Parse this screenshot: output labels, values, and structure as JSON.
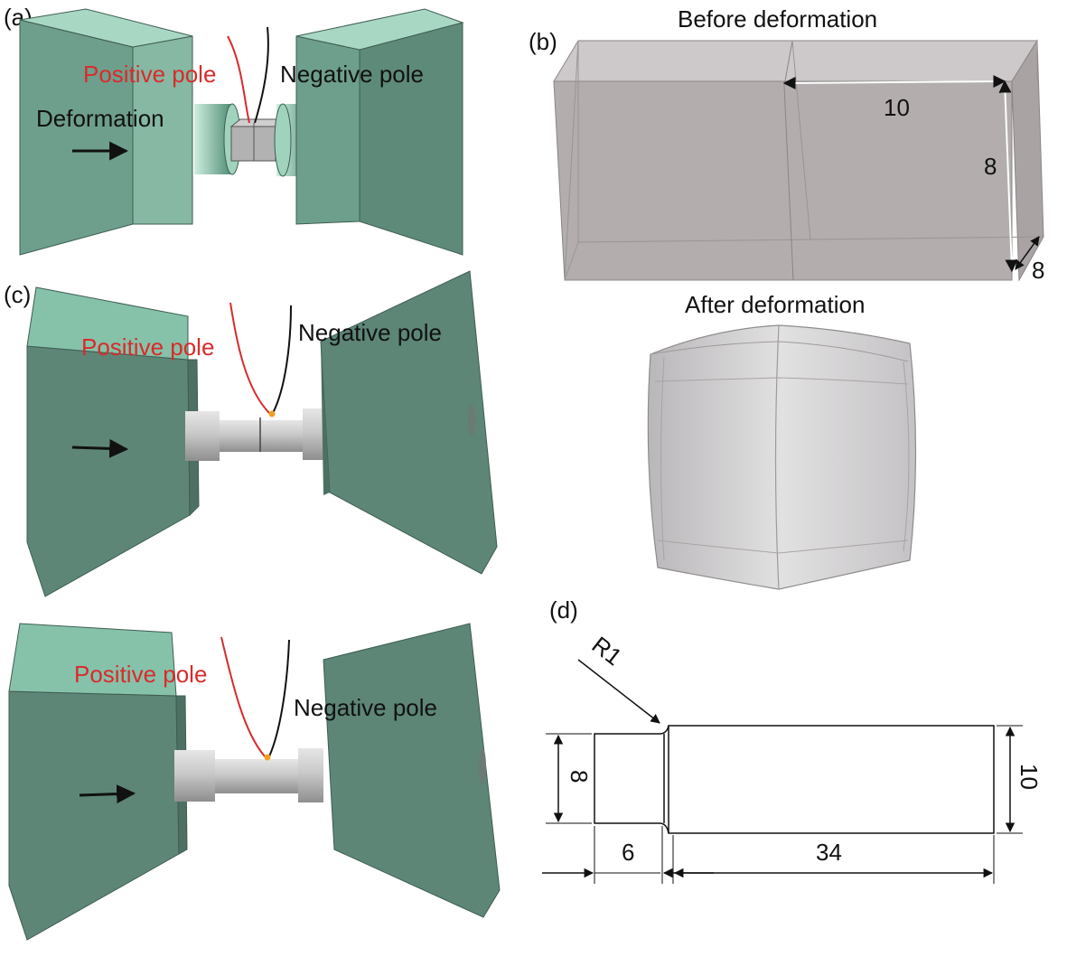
{
  "panels": {
    "a": {
      "tag": "(a)",
      "positive": "Positive pole",
      "negative": "Negative pole",
      "deformation": "Deformation"
    },
    "b": {
      "tag": "(b)",
      "before": "Before deformation",
      "after": "After deformation",
      "dim_length": "10",
      "dim_height": "8",
      "dim_depth": "8"
    },
    "c": {
      "tag": "(c)",
      "positive_top": "Positive pole",
      "negative_top": "Negative pole",
      "positive_bottom": "Positive pole",
      "negative_bottom": "Negative pole"
    },
    "d": {
      "tag": "(d)",
      "radius": "R1",
      "dim_small_dia": "8",
      "dim_large_dia": "10",
      "dim_small_len": "6",
      "dim_large_len": "34"
    }
  },
  "colors": {
    "die_light": "#86c2aa",
    "die_mid": "#6e9f8c",
    "die_dark": "#5d8677",
    "steel": "#c9c6c8",
    "positive_wire": "#d92b2b",
    "negative_wire": "#111111"
  }
}
